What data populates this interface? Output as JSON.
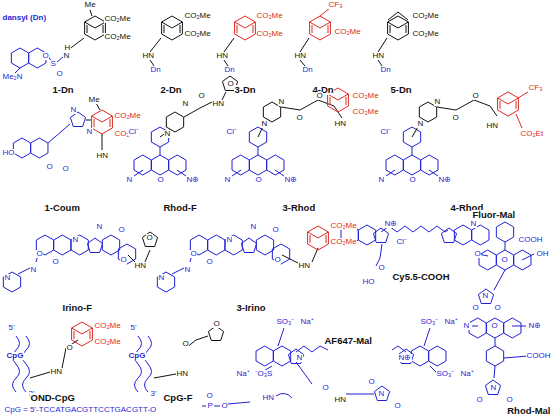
{
  "diagram": {
    "labels": [
      "dansyl (Dn)",
      "Me",
      "CO₂Me",
      "CO₂Me",
      "H",
      "N",
      "S",
      "O",
      "O",
      "Me₂N",
      "1-Dn",
      "CO₂Me",
      "CO₂Me",
      "HN",
      "Dn",
      "2-Dn",
      "CO₂Me",
      "CO₂Me",
      "HN",
      "Dn",
      "3-Dn",
      "CF₃",
      "CO₂Me",
      "HN",
      "Dn",
      "4-Dn",
      "CO₂Me",
      "CO₂Me",
      "HN",
      "Dn",
      "5-Dn",
      "HO",
      "O",
      "O",
      "N",
      "N",
      "Me",
      "CO₂Me",
      "CO₂Me",
      "HN",
      "1-Coum",
      "Cl⁻",
      "N",
      "O",
      "N⊕",
      "N",
      "N",
      "O",
      "HN",
      "O",
      "Rhod-F",
      "Cl⁻",
      "N",
      "O",
      "N⊕",
      "N",
      "N",
      "O",
      "O",
      "HN",
      "CO₂Me",
      "CO₂Me",
      "3-Rhod",
      "Cl⁻",
      "N",
      "O",
      "N⊕",
      "N",
      "N",
      "O",
      "O",
      "HN",
      "CF₃",
      "CO₂Et",
      "4-Rhod",
      "N",
      "N",
      "O",
      "O",
      "N",
      "N",
      "O",
      "O",
      "HN",
      "O",
      "Irino-F",
      "N",
      "N",
      "O",
      "O",
      "N",
      "N",
      "O",
      "O",
      "HN",
      "CO₂Me",
      "CO₂Me",
      "3-Irino",
      "Cl⁻",
      "N⊕",
      "N",
      "HO",
      "O",
      "Cy5.5-COOH",
      "Fluor-Mal",
      "O",
      "O",
      "OH",
      "COOH",
      "N",
      "O",
      "O",
      "5'",
      "CpG",
      "3'",
      "HN",
      "O",
      "CO₂Me",
      "CO₂Me",
      "OND-CpG",
      "5'",
      "CpG",
      "3'",
      "O",
      "HN",
      "O",
      "CpG-F",
      "CpG = 5'-TCCATGACGTTCCTGACGTT-O",
      "P",
      "O",
      "O",
      "HN",
      "SO₃⁻",
      "Na⁺",
      "SO₃⁻",
      "Na⁺",
      "Na⁺",
      "⁻O₃S",
      "SO₃⁻",
      "Na⁺",
      "N",
      "N⊕",
      "AF647-Mal",
      "O",
      "HN",
      "N",
      "O",
      "O",
      "N",
      "O",
      "N⊕",
      "COOH",
      "N",
      "O",
      "O",
      "Rhod-Mal"
    ]
  }
}
